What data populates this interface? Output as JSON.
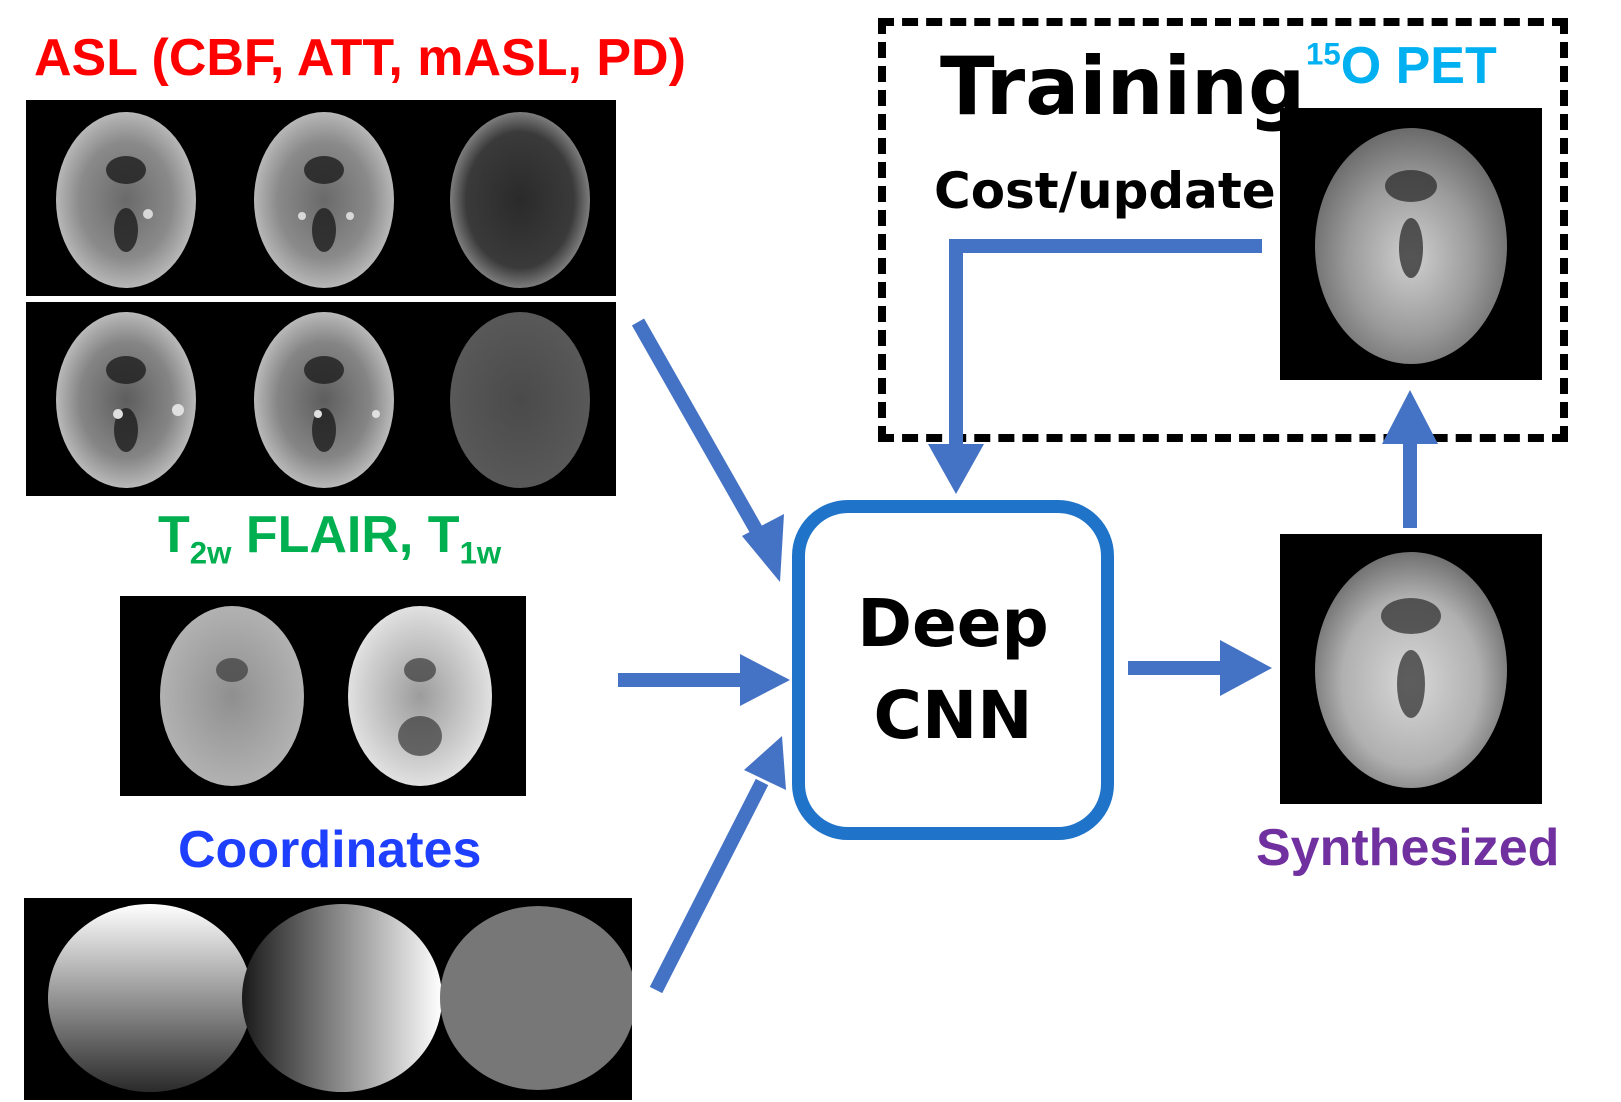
{
  "labels": {
    "asl": "ASL (CBF, ATT, mASL, PD)",
    "mri_t": "T",
    "mri_t2_sub": "2w",
    "mri_mid": " FLAIR, T",
    "mri_t1_sub": "1w",
    "coordinates": "Coordinates",
    "training": "Training",
    "pet_sup": "15",
    "pet_rest": "O PET",
    "cost_update": "Cost/update",
    "cnn_line1": "Deep",
    "cnn_line2": "CNN",
    "synthesized": "Synthesized"
  },
  "colors": {
    "asl": "#ff0000",
    "mri": "#00b050",
    "coordinates": "#1f3fff",
    "pet": "#00b0f0",
    "synthesized": "#7030a0",
    "arrow": "#4472c4",
    "cnn_border": "#1f73c8"
  }
}
